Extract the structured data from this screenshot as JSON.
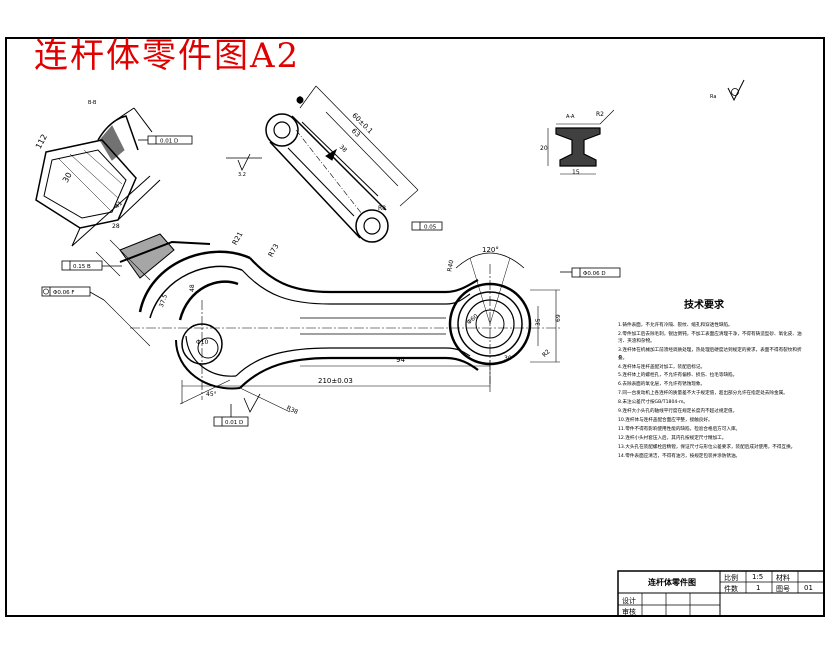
{
  "title_overlay": "连杆体零件图A2",
  "views": {
    "section_label": "B-B",
    "roughness_top_right": "Ra",
    "section_a_label": "A-A"
  },
  "dimensions": {
    "d_112": "112",
    "d_t30": "30",
    "d_r2": "R2",
    "d_15": "15",
    "d_20": "20",
    "d_63": "63",
    "d_38": "38",
    "d_3_2": "3.2",
    "d_r21": "R21",
    "d_r73": "R73",
    "d_120deg": "120°",
    "d_phi60": "Φ60",
    "d_r40": "R40",
    "d_37_5": "37.5",
    "d_48": "48",
    "d_phi10": "Φ10",
    "d_94": "94",
    "d_210": "210±0.03",
    "d_45": "45°",
    "d_r38": "R38",
    "d_35": "35",
    "d_69": "69",
    "d_30b": "30",
    "d_41": "41",
    "d_28": "28",
    "d_r8": "R8",
    "d_60": "60±0.1"
  },
  "tolerances": {
    "tol_top_frame": "0.01 D",
    "tol_link_frame": "0.05",
    "tol_left_frame": "0.15 B",
    "tol_right_frame": "Φ0.06 D",
    "tol_position": "Φ0.06 F",
    "tol_bottom_frame": "0.01 D"
  },
  "tech_requirements": {
    "title": "技术要求",
    "notes": [
      "1.铸件表面，不允许有冷隔、裂纹、缩孔和穿透性缺陷。",
      "2.零件加工后去除毛刺，锐边倒钝，不加工表面应清理干净，不得有铸造型砂、氧化皮、油污、夹渣和杂物。",
      "3.连杆体在机械加工前须经调质处理，热处理后硬度达到规定的要求，表面不得有裂纹和折叠。",
      "4.连杆体与连杆盖配对加工，装配后标记。",
      "5.连杆体上的螺栓孔，不允许有偏移、损伤、拉毛等缺陷。",
      "6.去除表面的氧化层，不允许有锈蚀现象。",
      "7.同一台发动机上各连杆的质量差不大于规定值，超出部分允许在指定处去除金属。",
      "8.未注公差尺寸按GB/T1804-m。",
      "9.连杆大小头孔的轴线平行度在规定长度内不超过规定值。",
      "10.连杆体与连杆盖配合面应平整，接触良好。",
      "11.零件不得有影响使用性能的缺陷，检验合格后方可入库。",
      "12.连杆小头衬套压入后，其内孔按规定尺寸精加工。",
      "13.大头孔在装配螺栓后精镗，保证尺寸与形位公差要求，装配后成对使用，不得互换。",
      "14.零件表面应清洁，不得有油污，按规定包装并涂防锈油。"
    ]
  },
  "title_block": {
    "part_name": "连杆体零件图",
    "scale_label": "比例",
    "scale_value": "1:5",
    "material_label": "材料",
    "quantity_label": "件数",
    "quantity_value": "1",
    "drawing_no_label": "图号",
    "drawing_no_value": "01",
    "designer_label": "设计",
    "checker_label": "审核"
  }
}
